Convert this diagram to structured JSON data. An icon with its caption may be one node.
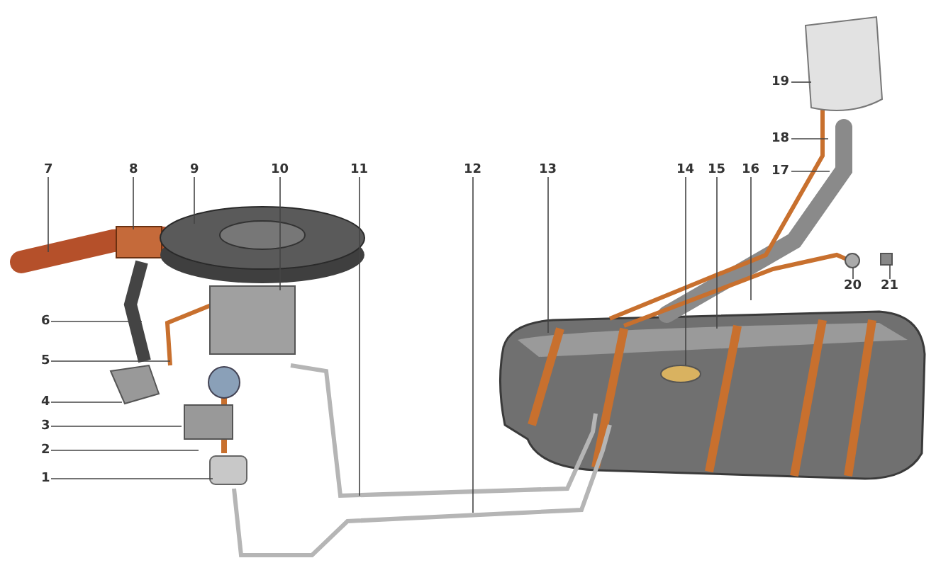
{
  "diagram": {
    "nodes": [
      {
        "text": [
          "1"
        ]
      },
      {
        "text": [
          "2"
        ]
      },
      {
        "text": [
          "3"
        ]
      },
      {
        "text": [
          "4"
        ]
      },
      {
        "text": [
          "5"
        ]
      },
      {
        "text": [
          "6"
        ]
      },
      {
        "text": [
          "7"
        ]
      },
      {
        "text": [
          "8"
        ]
      },
      {
        "text": [
          "9"
        ]
      },
      {
        "text": [
          "10"
        ]
      },
      {
        "text": [
          "11"
        ]
      },
      {
        "text": [
          "12"
        ]
      },
      {
        "text": [
          "13"
        ]
      },
      {
        "text": [
          "14"
        ]
      },
      {
        "text": [
          "15"
        ]
      },
      {
        "text": [
          "16"
        ]
      },
      {
        "text": [
          "17"
        ]
      },
      {
        "text": [
          "18"
        ]
      },
      {
        "text": [
          "19"
        ]
      },
      {
        "text": [
          "20"
        ]
      },
      {
        "text": [
          "21"
        ]
      }
    ],
    "edges": [
      {
        "from": 0,
        "to": null,
        "arrow": "none"
      },
      {
        "from": 1,
        "to": null,
        "arrow": "none"
      },
      {
        "from": 2,
        "to": null,
        "arrow": "none"
      },
      {
        "from": 3,
        "to": null,
        "arrow": "none"
      },
      {
        "from": 4,
        "to": null,
        "arrow": "none"
      },
      {
        "from": 5,
        "to": null,
        "arrow": "none"
      },
      {
        "from": 6,
        "to": null,
        "arrow": "none"
      },
      {
        "from": 7,
        "to": null,
        "arrow": "none"
      },
      {
        "from": 8,
        "to": null,
        "arrow": "none"
      },
      {
        "from": 9,
        "to": null,
        "arrow": "none"
      },
      {
        "from": 10,
        "to": null,
        "arrow": "none"
      },
      {
        "from": 11,
        "to": null,
        "arrow": "none"
      },
      {
        "from": 12,
        "to": null,
        "arrow": "none"
      },
      {
        "from": 13,
        "to": null,
        "arrow": "none"
      },
      {
        "from": 14,
        "to": null,
        "arrow": "none"
      },
      {
        "from": 15,
        "to": null,
        "arrow": "none"
      },
      {
        "from": 16,
        "to": null,
        "arrow": "none"
      },
      {
        "from": 17,
        "to": null,
        "arrow": "none"
      },
      {
        "from": 18,
        "to": null,
        "arrow": "none"
      },
      {
        "from": 19,
        "to": null,
        "arrow": "none"
      },
      {
        "from": 20,
        "to": null,
        "arrow": "none"
      }
    ]
  }
}
